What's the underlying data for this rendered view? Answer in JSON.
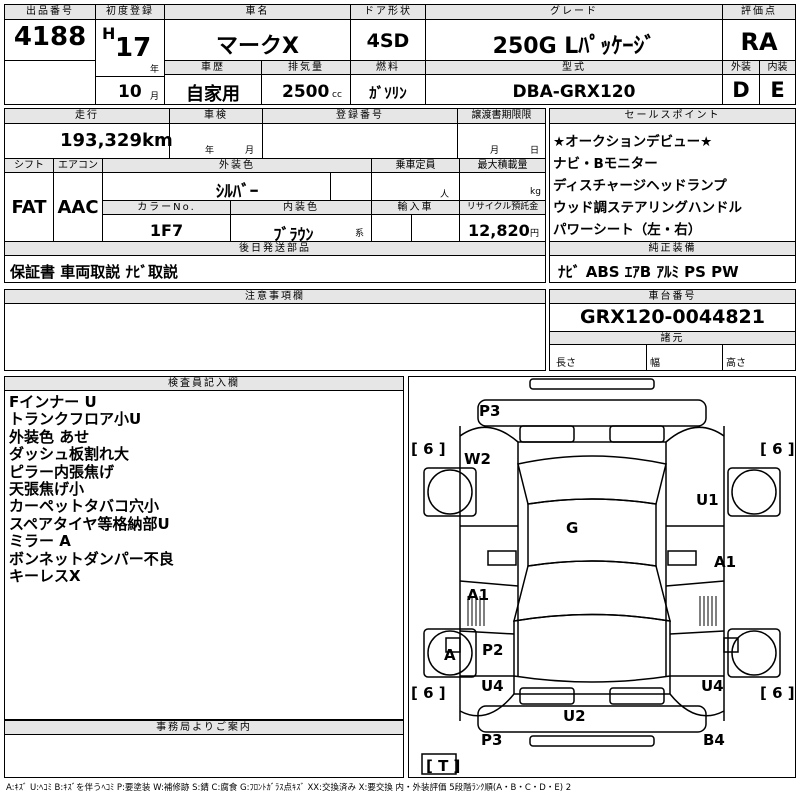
{
  "header": {
    "lot_label": "出品番号",
    "lot": "4188",
    "first_reg_label": "初度登録",
    "era": "H",
    "year": "17",
    "year_unit": "年",
    "month": "10",
    "month_unit": "月",
    "car_name_label": "車名",
    "car_name": "マークX",
    "door_label": "ドア形状",
    "door": "4SD",
    "grade_label": "グレード",
    "grade": "250G Lﾊﾟｯｹｰｼﾞ",
    "score_label": "評価点",
    "score": "RA",
    "history_label": "車歴",
    "history": "自家用",
    "displacement_label": "排気量",
    "displacement": "2500",
    "cc_unit": "cc",
    "fuel_label": "燃料",
    "fuel": "ｶﾞｿﾘﾝ",
    "model_label": "型式",
    "model": "DBA-GRX120",
    "ext_label": "外装",
    "ext_grade": "D",
    "int_label": "内装",
    "int_grade": "E"
  },
  "row2": {
    "mileage_label": "走行",
    "mileage": "193,329",
    "km_unit": "km",
    "inspection_label": "車検",
    "insp_year_unit": "年",
    "insp_month_unit": "月",
    "regno_label": "登録番号",
    "transfer_label": "譲渡書期限限",
    "transfer_month_unit": "月",
    "transfer_day_unit": "日",
    "shift_label": "シフト",
    "shift": "FAT",
    "ac_label": "エアコン",
    "ac": "AAC",
    "color_label": "外装色",
    "color": "ｼﾙﾊﾞｰ",
    "capacity_label": "乗車定員",
    "capacity_unit": "人",
    "load_label": "最大積載量",
    "load_unit": "kg",
    "colorno_label": "カラーNo.",
    "colorno": "1F7",
    "interior_label": "内装色",
    "interior": "ﾌﾞﾗｳﾝ",
    "interior_unit": "系",
    "import_label": "輸入車",
    "recycle_label": "リサイクル預託金",
    "recycle": "12,820",
    "recycle_unit": "円",
    "items_label": "後日発送部品",
    "items": "保証書 車両取説 ﾅﾋﾞ取説"
  },
  "sales": {
    "label": "セールスポイント",
    "points": [
      "★オークションデビュー★",
      "ナビ・Bモニター",
      "ディスチャージヘッドランプ",
      "ウッド調ステアリングハンドル",
      "パワーシート（左・右）"
    ]
  },
  "equipment": {
    "label": "純正装備",
    "value": "ﾅﾋﾞ ABS ｴｱB ｱﾙﾐ PS PW"
  },
  "caution": {
    "label": "注意事項欄"
  },
  "chassis": {
    "label": "車台番号",
    "number": "GRX120-0044821",
    "dims_label": "諸元",
    "length": "長さ",
    "width": "幅",
    "height": "高さ"
  },
  "inspector": {
    "label": "検査員記入欄",
    "lines": [
      "Fインナー U",
      "トランクフロア小U",
      "外装色 あせ",
      "ダッシュ板割れ大",
      "ピラー内張焦げ",
      "天張焦げ小",
      "カーペットタバコ穴小",
      "スペアタイヤ等格納部U",
      "ミラー A",
      "ボンネットダンパー不良",
      "キーレスX"
    ]
  },
  "office": {
    "label": "事務局よりご案内"
  },
  "diagram": {
    "tread_fl": "6",
    "tread_fr": "6",
    "tread_rl": "6",
    "tread_rr": "6",
    "trunk_top": "P3",
    "left_rear_door": "W2",
    "right_rear_quarter": "U1",
    "roof": "G",
    "right_door": "A1",
    "left_door": "A1",
    "left_mirror": "A",
    "left_front_door": "P2",
    "left_fender": "U4",
    "right_fender": "U4",
    "bumper_front": "U2",
    "front_left": "P3",
    "front_right": "B4",
    "tire_t": "T"
  },
  "legend": "A:ｷｽﾞ U:ﾍｺﾐ B:ｷｽﾞを伴うﾍｺﾐ P:要塗装 W:補修跡 S:錆 C:腐食 G:ﾌﾛﾝﾄｶﾞﾗｽ点ｷｽﾞ XX:交換済み X:要交換 内・外装評価 5段階ﾗﾝｸ順(A・B・C・D・E) 2"
}
